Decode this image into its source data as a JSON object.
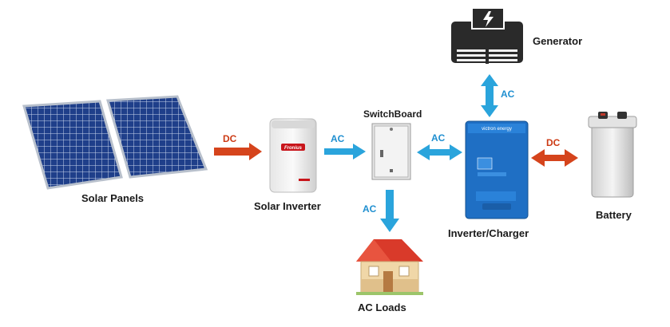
{
  "components": {
    "solar_panels": "Solar Panels",
    "solar_inverter": "Solar Inverter",
    "switchboard": "SwitchBoard",
    "ac_loads": "AC Loads",
    "inverter_charger": "Inverter/Charger",
    "generator": "Generator",
    "battery": "Battery"
  },
  "flows": {
    "panels_to_inverter": "DC",
    "inverter_to_switchboard": "AC",
    "switchboard_to_loads": "AC",
    "switchboard_inverter_charger": "AC",
    "generator_inverter_charger": "AC",
    "inverter_charger_battery": "DC"
  },
  "device_text": {
    "inverter_brand": "Fronius",
    "charger_brand": "victron energy"
  },
  "colors": {
    "ac_arrow": "#2aa4dc",
    "dc_arrow": "#d5441c",
    "ac_text": "#1f8fd0",
    "dc_text": "#cc3a14",
    "panel_blue": "#1f3f8a",
    "charger_blue": "#1f6fc4",
    "roof_red": "#d93a2a"
  },
  "icons": {
    "solar": "solar-panel-icon",
    "inverter": "solar-inverter-icon",
    "switchboard": "switchboard-icon",
    "house": "house-icon",
    "charger": "inverter-charger-icon",
    "generator": "generator-icon",
    "battery": "battery-icon"
  }
}
